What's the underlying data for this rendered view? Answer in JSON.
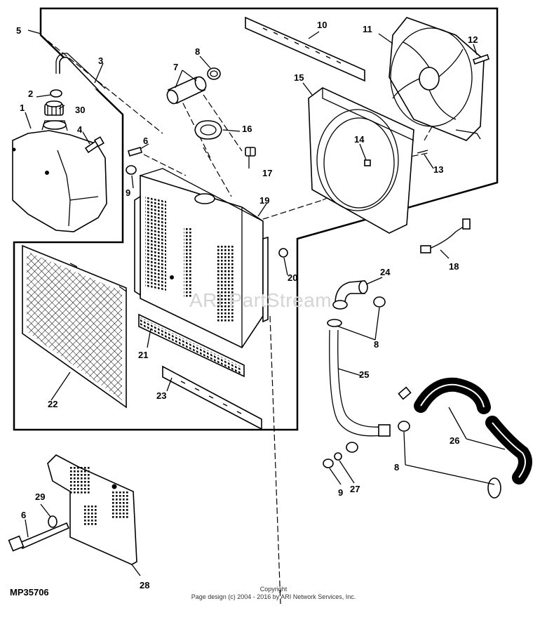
{
  "diagram_code": "MP35706",
  "copyright_line1": "Copyright",
  "copyright_line2": "Page design (c) 2004 - 2016 by ARI Network Services, Inc.",
  "watermark": "ARI PartStream",
  "callouts": {
    "c1": "1",
    "c2": "2",
    "c3": "3",
    "c4": "4",
    "c5": "5",
    "c6a": "6",
    "c6b": "6",
    "c7": "7",
    "c8a": "8",
    "c8b": "8",
    "c8c": "8",
    "c9a": "9",
    "c9b": "9",
    "c10": "10",
    "c11": "11",
    "c12": "12",
    "c13": "13",
    "c14": "14",
    "c15": "15",
    "c16": "16",
    "c17": "17",
    "c18": "18",
    "c19": "19",
    "c20": "20",
    "c21": "21",
    "c22": "22",
    "c23": "23",
    "c24": "24",
    "c25": "25",
    "c26": "26",
    "c27": "27",
    "c28": "28",
    "c29": "29",
    "c30": "30"
  }
}
